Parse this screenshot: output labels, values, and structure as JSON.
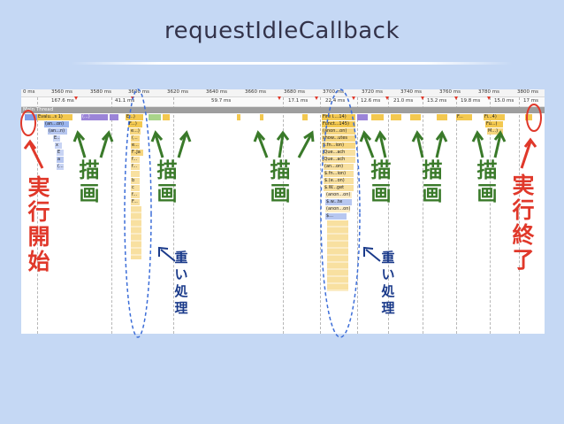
{
  "slide": {
    "title": "requestIdleCallback"
  },
  "timeline": {
    "ruler": [
      "0 ms",
      "3560 ms",
      "3580 ms",
      "3600 ms",
      "3620 ms",
      "3640 ms",
      "3660 ms",
      "3680 ms",
      "3700 ms",
      "3720 ms",
      "3740 ms",
      "3760 ms",
      "3780 ms",
      "3800 ms"
    ],
    "frames": [
      "167.6 ms",
      "41.1 ms",
      "59.7 ms",
      "17.1 ms",
      "22.4 ms",
      "12.6 ms",
      "21.0 ms",
      "13.2 ms",
      "19.8 ms",
      "15.0 ms",
      "17 ms"
    ],
    "thread_label": "Main Thread",
    "blocks": [
      "Evalu...s 1)",
      "(an...on)",
      "(an...n)",
      "(...)",
      "e...)",
      "E...)",
      "F...)",
      "e...",
      "(...",
      "F..Ja",
      "f...",
      "b",
      "c",
      "f...",
      "F...",
      "Fire I....14)",
      "Funct...145)",
      "(anon...on)",
      "show...utes",
      "$.fn...ion)",
      "jQue...ach",
      "jQue...ach",
      "(an...on)",
      "$.fn...ion)",
      "$.(e...on)",
      "$.W...get",
      "(anon...on)",
      "$.w...te",
      "(anon...on)",
      "$...",
      "F...",
      "Fi...4)",
      "Fu...)",
      "M...)",
      "E...",
      "x",
      "E",
      "a",
      "(...",
      "D"
    ]
  },
  "annotations": {
    "draw": "描画",
    "exec_start": "実行開始",
    "exec_end": "実行終了",
    "heavy": "重い処理"
  },
  "colors": {
    "accent_red": "#e0382a",
    "accent_green": "#3a7a2a",
    "accent_blue": "#1a3a8a",
    "block_yellow": "#f3c84f",
    "block_purple": "#9b84d8"
  }
}
